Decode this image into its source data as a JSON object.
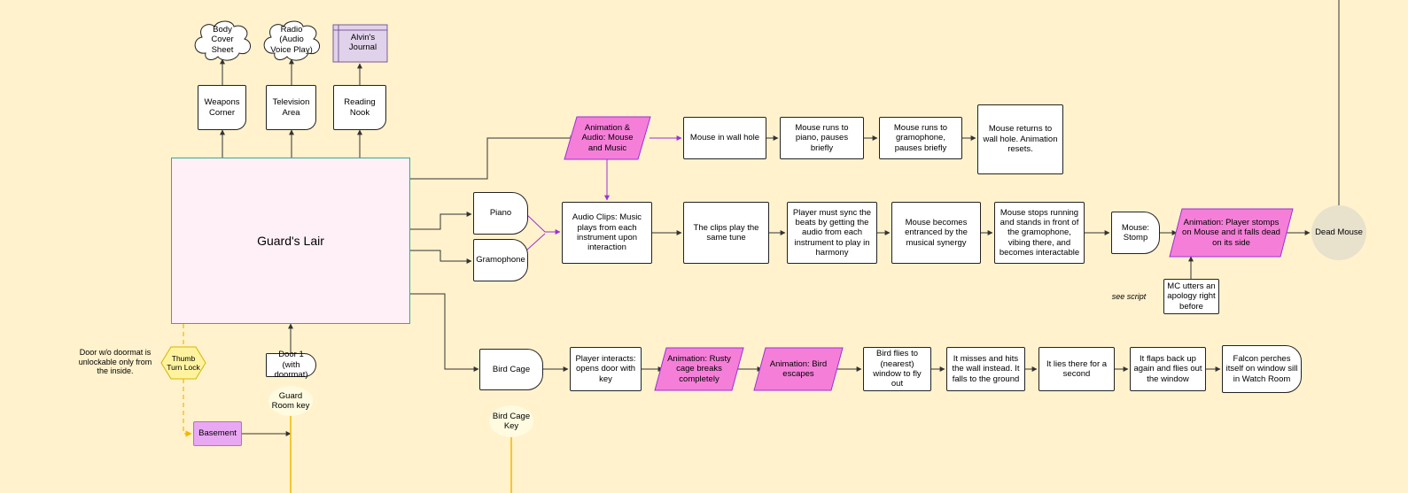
{
  "guards_lair": "Guard's Lair",
  "top": {
    "body_cover": "Body Cover Sheet",
    "radio": "Radio (Audio Voice Play)",
    "journal": "Alvin's Journal",
    "weapons": "Weapons Corner",
    "television": "Television Area",
    "reading": "Reading Nook"
  },
  "mouse_row": {
    "anim": "Animation & Audio: Mouse and Music",
    "s1": "Mouse in wall hole",
    "s2": "Mouse runs to piano, pauses briefly",
    "s3": "Mouse runs to gramophone, pauses briefly",
    "s4": "Mouse returns to wall hole. Animation resets."
  },
  "music_row": {
    "piano": "Piano",
    "gramophone": "Gramophone",
    "s1": "Audio Clips: Music plays from each instrument upon interaction",
    "s2": "The clips play the same tune",
    "s3": "Player must sync the beats by getting the audio from each instrument to play in harmony",
    "s4": "Mouse becomes entranced by the musical synergy",
    "s5": "Mouse stops running and stands in front of the gramophone, vibing there, and becomes interactable",
    "stomp": "Mouse: Stomp",
    "anim_stomp": "Animation: Player stomps on Mouse and it falls dead on its side",
    "dead": "Dead Mouse",
    "apology": "MC utters an apology right before",
    "see_script": "see script"
  },
  "bird_row": {
    "cage": "Bird Cage",
    "s1": "Player interacts: opens door with key",
    "anim1": "Animation: Rusty cage breaks completely",
    "anim2": "Animation: Bird escapes",
    "s2": "Bird flies to (nearest) window to fly out",
    "s3": "It misses and hits the wall instead. It falls to the ground",
    "s4": "It lies there for a second",
    "s5": "It flaps back up again and flies out the window",
    "s6": "Falcon perches itself on window sill in Watch Room",
    "key": "Bird Cage Key"
  },
  "left": {
    "door_note": "Door w/o doormat is unlockable only from the inside.",
    "thumb": "Thumb Turn Lock",
    "door1": "Door 1 (with doormat)",
    "guard_key": "Guard Room key",
    "basement": "Basement"
  }
}
